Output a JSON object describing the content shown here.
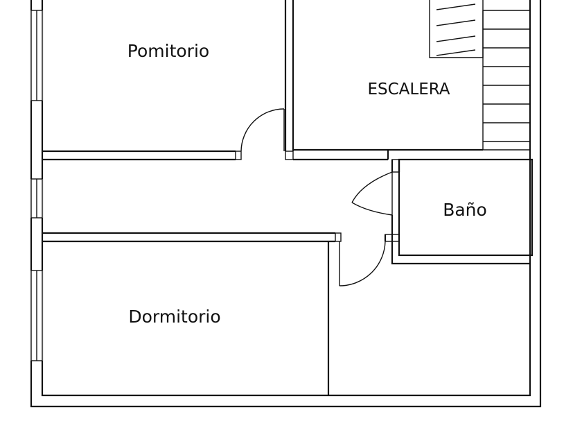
{
  "rooms": {
    "pomitorio": "Pomitorio",
    "escalera": "ESCALERA",
    "bano": "Baño",
    "dormitorio": "Dormitorio"
  },
  "colors": {
    "wall": "#111111",
    "background": "#ffffff"
  }
}
